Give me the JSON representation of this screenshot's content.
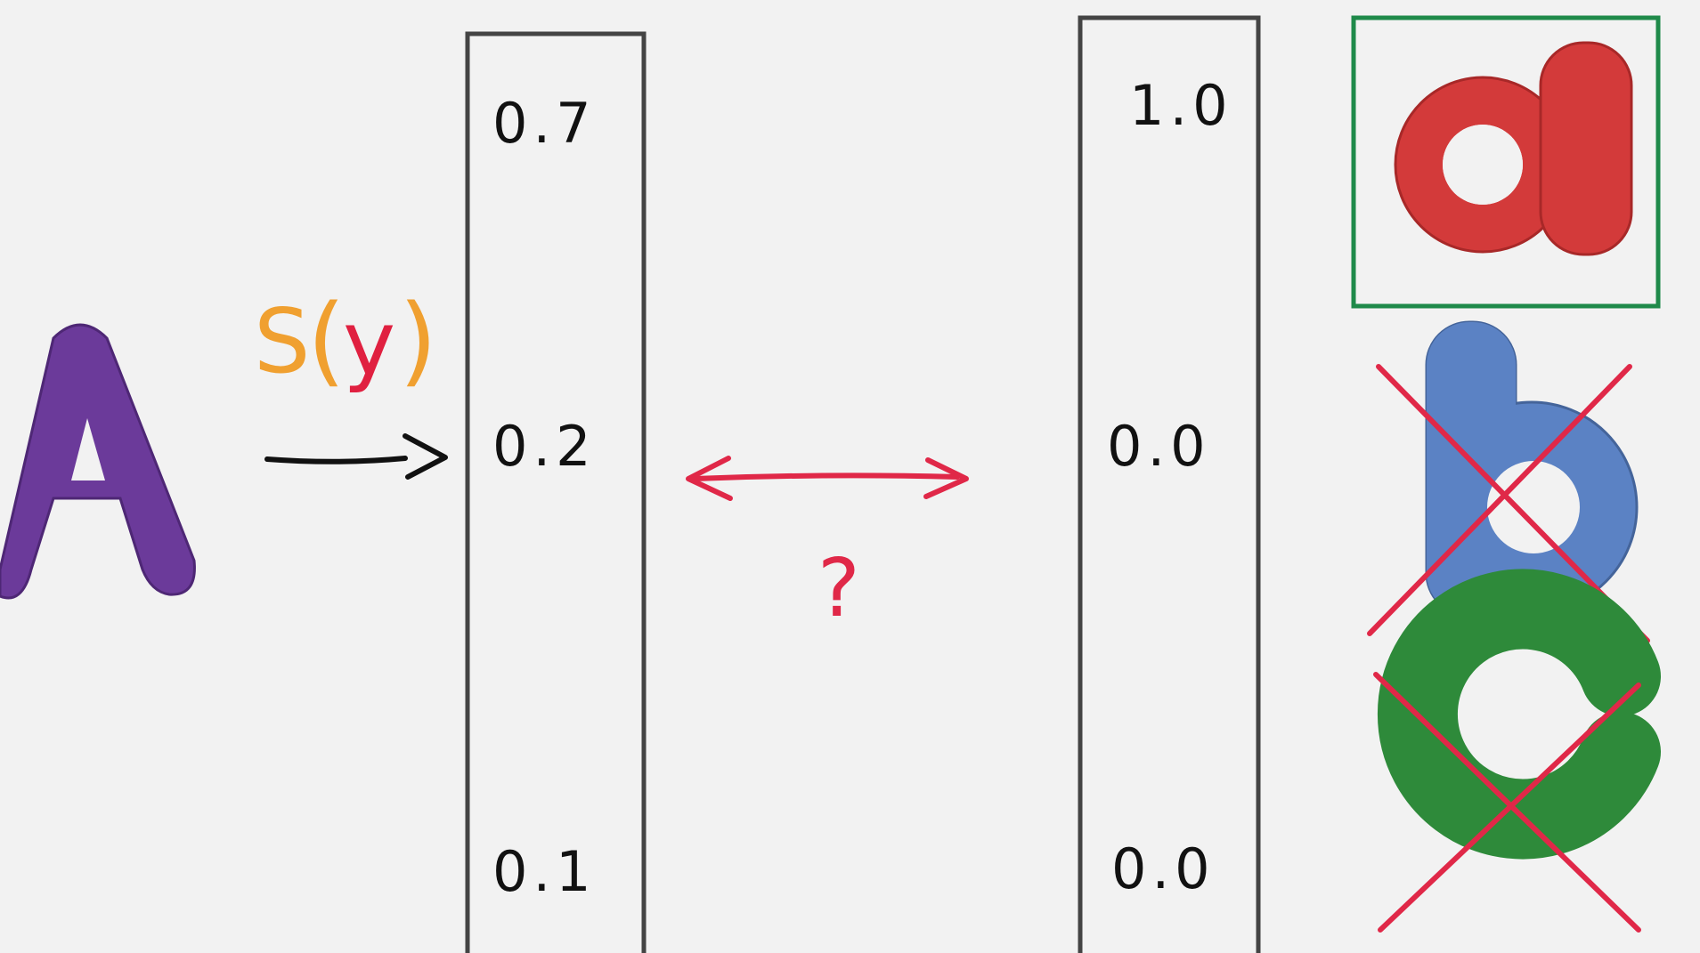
{
  "function_label": {
    "s": "S",
    "open": "(",
    "y": "y",
    "close": ")"
  },
  "input_symbol": "A",
  "scores_column": {
    "values": [
      "0.7",
      "0.2",
      "0.1"
    ]
  },
  "question_mark": "?",
  "target_column": {
    "values": [
      "1.0",
      "0.0",
      "0.0"
    ]
  },
  "classes": [
    {
      "letter": "a",
      "color": "#d33a3a",
      "selected": true
    },
    {
      "letter": "b",
      "color": "#5b82c4",
      "selected": false
    },
    {
      "letter": "c",
      "color": "#2e8a3a",
      "selected": false
    }
  ],
  "colors": {
    "input_letter": "#6b3a9a",
    "arrow_black": "#111111",
    "function_orange": "#f0a030",
    "function_red": "#e02040",
    "compare_red": "#e02848",
    "select_box": "#1f8a4a",
    "cross_red": "#e02848",
    "column_border": "#444444"
  }
}
